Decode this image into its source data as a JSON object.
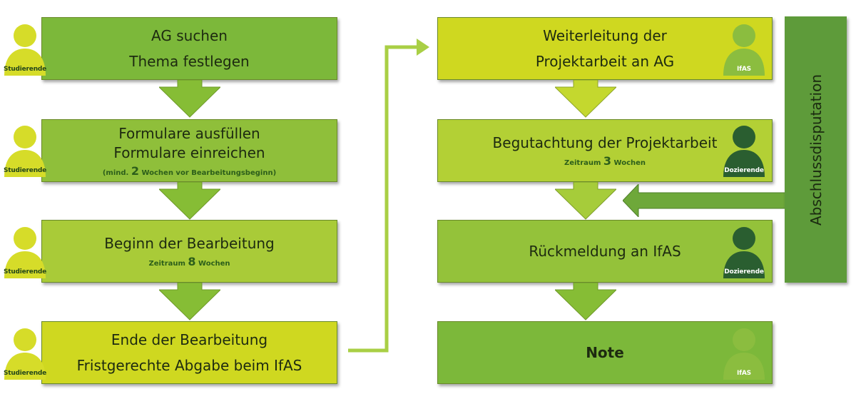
{
  "left_steps": [
    {
      "lines": [
        "AG suchen",
        "Thema festlegen"
      ]
    },
    {
      "lines": [
        "Formulare ausfüllen",
        "Formulare einreichen"
      ],
      "note": {
        "pre": "(mind. ",
        "num": "2",
        "post": " Wochen vor Bearbeitungsbeginn)"
      }
    },
    {
      "lines": [
        "Beginn der Bearbeitung"
      ],
      "note": {
        "pre": "Zeitraum ",
        "num": "8",
        "post": " Wochen"
      }
    },
    {
      "lines": [
        "Ende der Bearbeitung",
        "Fristgerechte Abgabe beim IfAS"
      ]
    }
  ],
  "right_steps": [
    {
      "lines": [
        "Weiterleitung der",
        "Projektarbeit an AG"
      ]
    },
    {
      "lines": [
        "Begutachtung der Projektarbeit"
      ],
      "note": {
        "pre": "Zeitraum ",
        "num": "3",
        "post": " Wochen"
      }
    },
    {
      "lines": [
        "Rückmeldung an IfAS"
      ]
    },
    {
      "lines": [
        "Note"
      ]
    }
  ],
  "roles": {
    "studierende": "Studierende",
    "ifas": "IfAS",
    "dozierende": "Dozierende"
  },
  "side_bar": "Abschlussdisputation",
  "colors": {
    "dark_green_box": "#7cb83a",
    "mid_green_box": "#a3c93a",
    "light_green_box": "#cfd820",
    "arrow_green": "#86bd35",
    "connector_green": "#a9cf45",
    "person_yellow": "#d6dc29",
    "person_lightgreen": "#8bbd3f",
    "person_darkgreen": "#2a5e30",
    "side_bar": "#5e9b3a"
  }
}
